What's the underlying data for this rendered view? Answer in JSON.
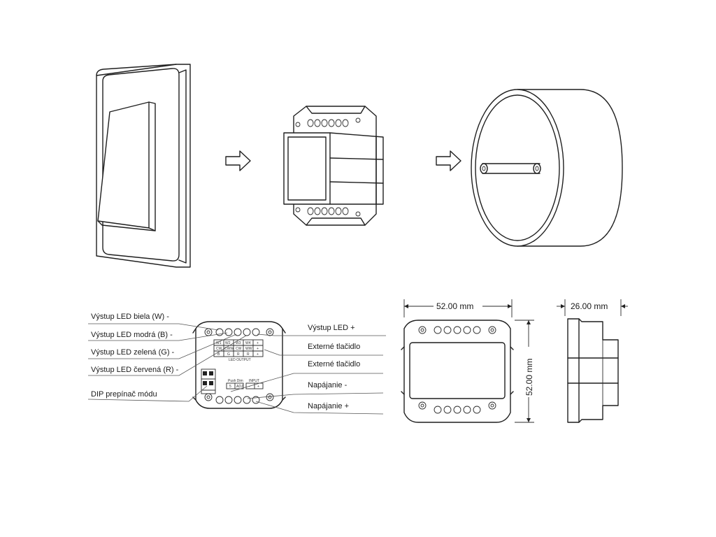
{
  "callouts": {
    "left": {
      "white": "Výstup LED biela (W) -",
      "blue": "Výstup LED modrá (B)  -",
      "green": "Výstup LED zelená (G)  -",
      "red": "Výstup LED červená (R) -",
      "dip": "DIP prepínač módu"
    },
    "right": {
      "led_plus": "Výstup LED +",
      "button1": "Externé tlačidlo",
      "button2": "Externé tlačidlo",
      "power_minus": "Napájanie -",
      "power_plus": "Napájanie +"
    }
  },
  "dimensions": {
    "front_width": "52.00 mm",
    "front_height": "52.00 mm",
    "side_depth": "26.00 mm"
  },
  "module_labels": {
    "col1": [
      "W1",
      "CW",
      "B"
    ],
    "col2": [
      "W2",
      "CWW",
      "G"
    ],
    "col3": [
      "W3",
      "CW",
      "R"
    ],
    "col4": [
      "W4",
      "WW",
      "R"
    ],
    "col5": [
      "+",
      "+",
      "+"
    ],
    "output_caption": "LED OUTPUT",
    "push_caption": "Push Dim",
    "push_terms": [
      "",
      "5",
      "ADJ"
    ],
    "power_caption": "INPUT",
    "power_terms": [
      "-",
      "+"
    ]
  }
}
